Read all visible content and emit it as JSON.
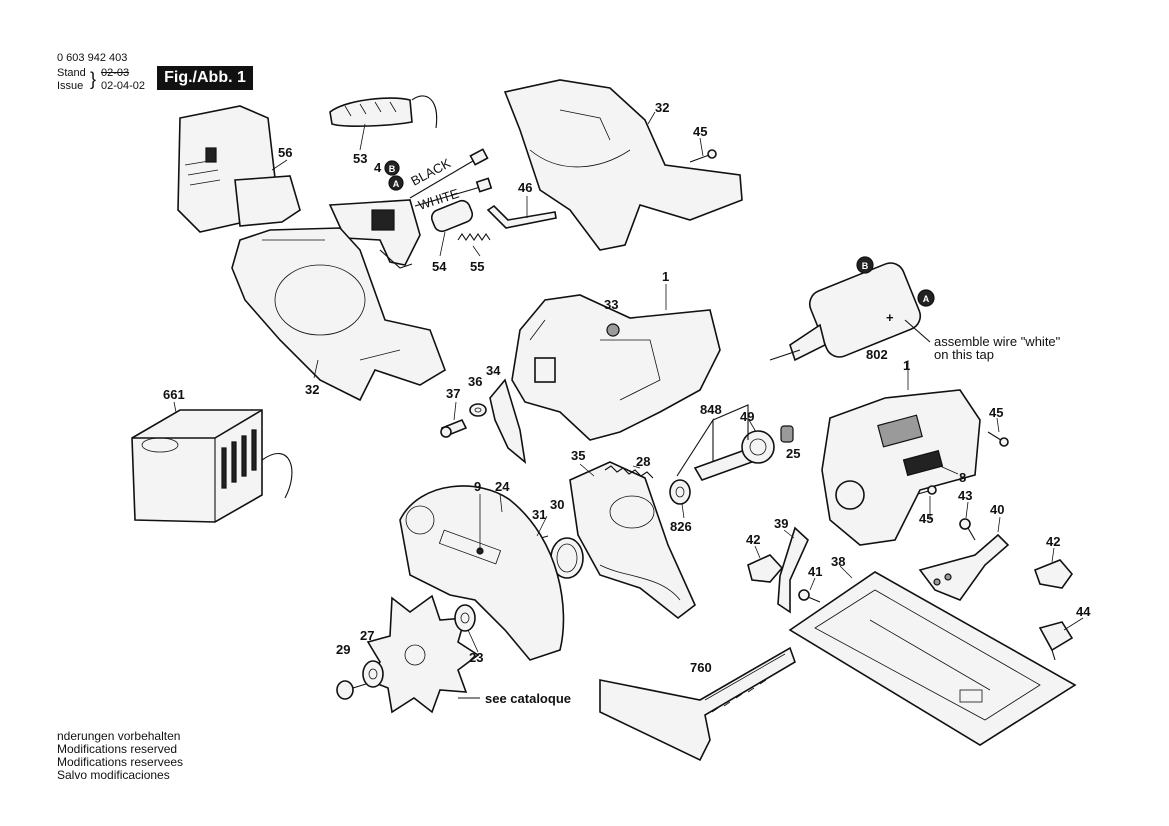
{
  "header": {
    "doc_number": "0 603 942 403",
    "stand_label": "Stand",
    "issue_label": "Issue",
    "stand_date": "02-03",
    "issue_date": "02-04-02",
    "figure_label": "Fig./Abb. 1"
  },
  "part_labels": {
    "p56": "56",
    "p53": "53",
    "p4": "4",
    "p54": "54",
    "p55": "55",
    "p46": "46",
    "p32a": "32",
    "p45a": "45",
    "p1a": "1",
    "p33": "33",
    "p32b": "32",
    "p661": "661",
    "p37": "37",
    "p36": "36",
    "p34": "34",
    "p802": "802",
    "p1b": "1",
    "p45b": "45",
    "p848": "848",
    "p49": "49",
    "p25": "25",
    "p35": "35",
    "p28": "28",
    "p9": "9",
    "p24": "24",
    "p31": "31",
    "p30": "30",
    "p826": "826",
    "p8": "8",
    "p43": "43",
    "p45c": "45",
    "p40": "40",
    "p39": "39",
    "p42a": "42",
    "p42b": "42",
    "p41": "41",
    "p38": "38",
    "p44": "44",
    "p29": "29",
    "p27": "27",
    "p23": "23",
    "p760": "760"
  },
  "wire_labels": {
    "black": "BLACK",
    "white": "WHITE"
  },
  "markers": {
    "a": "A",
    "b": "B",
    "plus": "+"
  },
  "annotations": {
    "assemble_line1": "assemble wire \"white\"",
    "assemble_line2": "on this tap",
    "see_catalogue": "see cataloque"
  },
  "footer": {
    "line1": "nderungen vorbehalten",
    "line2": "Modifications reserved",
    "line3": "Modifications reservees",
    "line4": "Salvo modificaciones"
  }
}
